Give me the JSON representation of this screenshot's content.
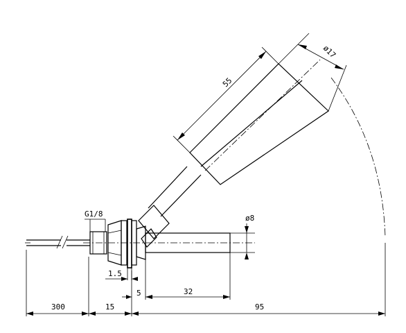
{
  "dimensions": {
    "cable_length": "300",
    "fitting_length": "15",
    "total_length": "95",
    "horizontal_pipe_length": "32",
    "gap": "5",
    "nut_thickness": "1.5",
    "thread": "G1/8",
    "pipe_diameter": "ø8",
    "float_length": "55",
    "float_diameter": "ø17"
  }
}
